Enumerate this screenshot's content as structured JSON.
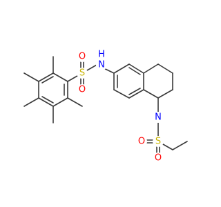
{
  "molecule": {
    "colors": {
      "bond": "#3a3a3a",
      "sulfur": "#c8b400",
      "oxygen": "#ff0000",
      "nitrogen": "#0000ff",
      "background": "#ffffff"
    },
    "atoms": {
      "s1": "S",
      "o1": "O",
      "o2": "O",
      "nh": "N",
      "h": "H",
      "n2": "N",
      "s2": "S",
      "o3": "O",
      "o4": "O"
    }
  }
}
